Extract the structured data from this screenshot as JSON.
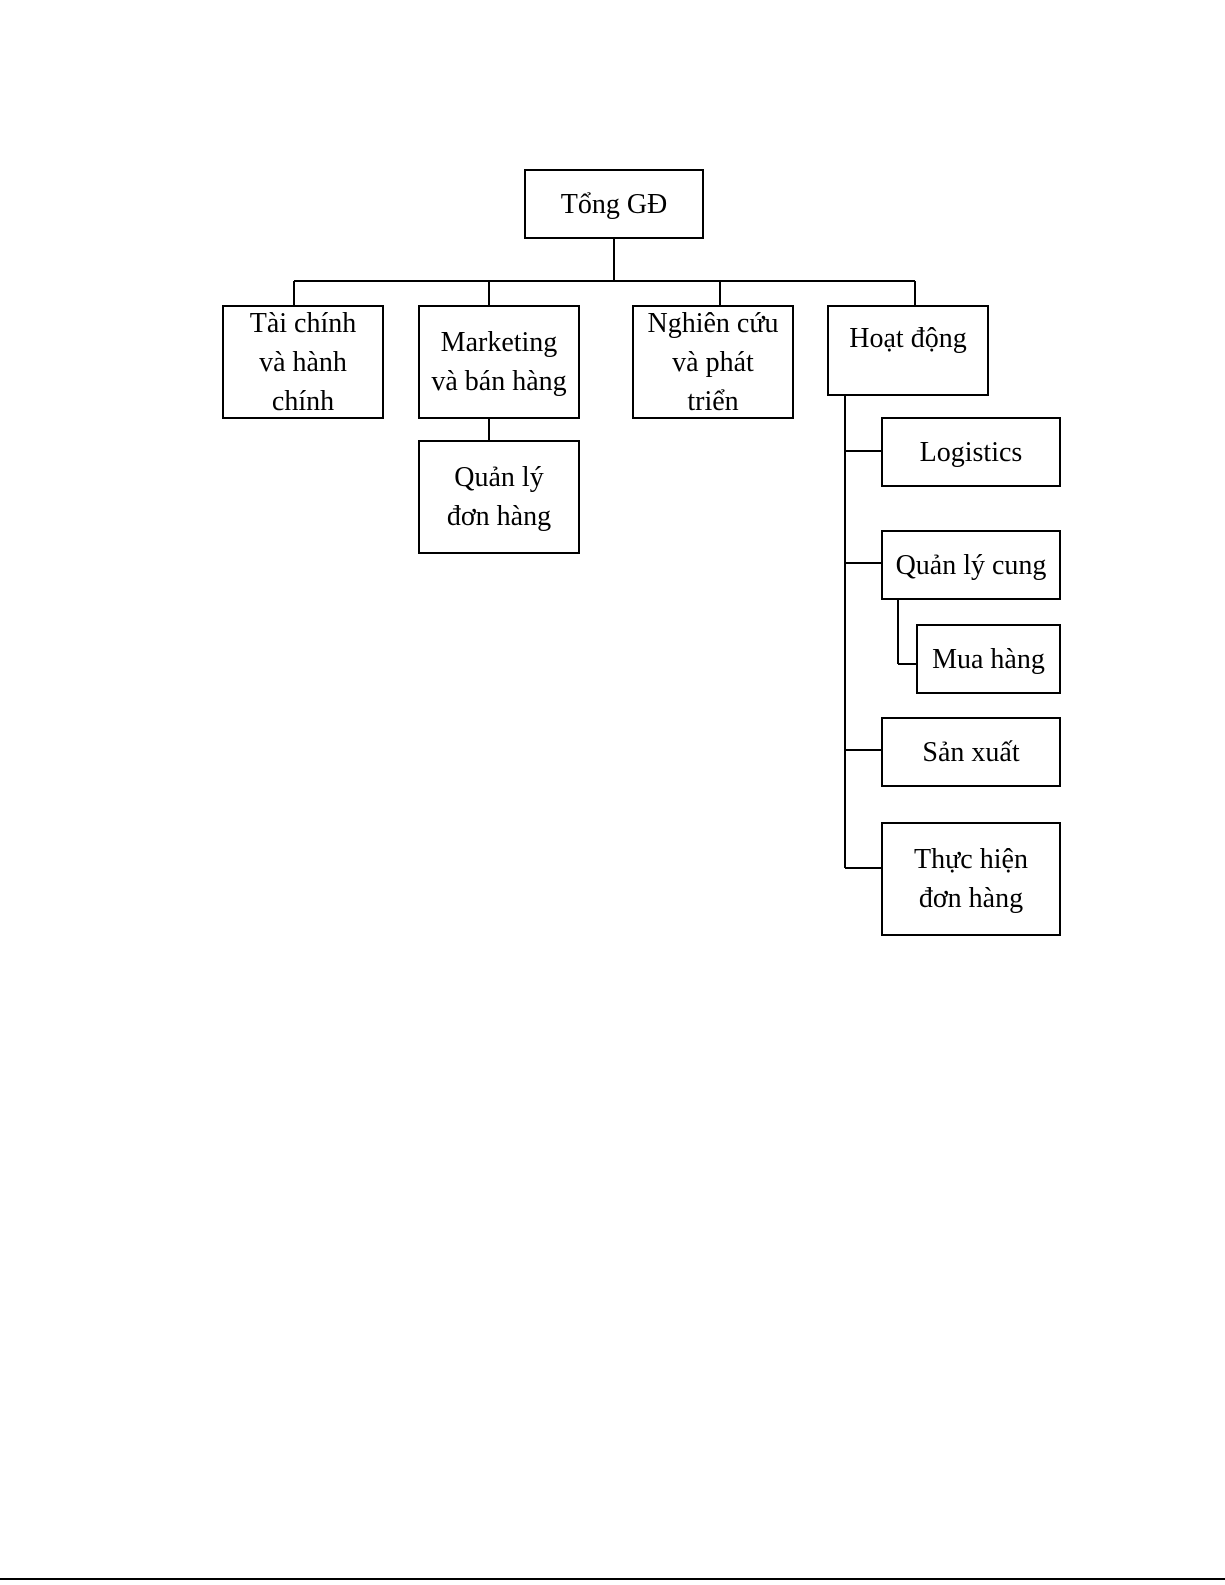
{
  "nodes": {
    "ceo": "Tổng GĐ",
    "finance": "Tài chính và hành chính",
    "marketing": "Marketing và bán hàng",
    "order_mgmt": "Quản lý đơn hàng",
    "rnd": "Nghiên cứu và phát triển",
    "operations": "Hoạt động",
    "logistics": "Logistics",
    "supply": "Quản lý cung",
    "purchasing": "Mua hàng",
    "production": "Sản xuất",
    "fulfillment": "Thực hiện đơn hàng"
  }
}
